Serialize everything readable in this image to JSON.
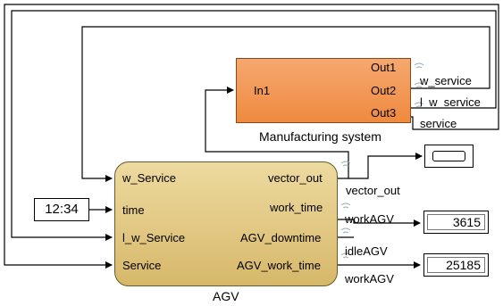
{
  "manufacturing_block": {
    "title": "Manufacturing system",
    "input_port": "In1",
    "output_ports": [
      "Out1",
      "Out2",
      "Out3"
    ],
    "color": "#ef8a3f"
  },
  "agv_block": {
    "title": "AGV",
    "input_ports": [
      "w_Service",
      "time",
      "l_w_Service",
      "Service"
    ],
    "output_ports": [
      "vector_out",
      "work_time",
      "AGV_downtime",
      "AGV_work_time"
    ],
    "color": "#e3c57f"
  },
  "constant_block": {
    "value": "12:34"
  },
  "signals": {
    "w_service": "w_service",
    "l_w_service": "l_w_service",
    "service": "service",
    "vector_out": "vector_out",
    "work_agv_1": "workAGV",
    "idle_agv": "idleAGV",
    "work_agv_2": "workAGV"
  },
  "displays": [
    {
      "value": "3615"
    },
    {
      "value": "25185"
    }
  ],
  "scope_icon": "scope-icon"
}
